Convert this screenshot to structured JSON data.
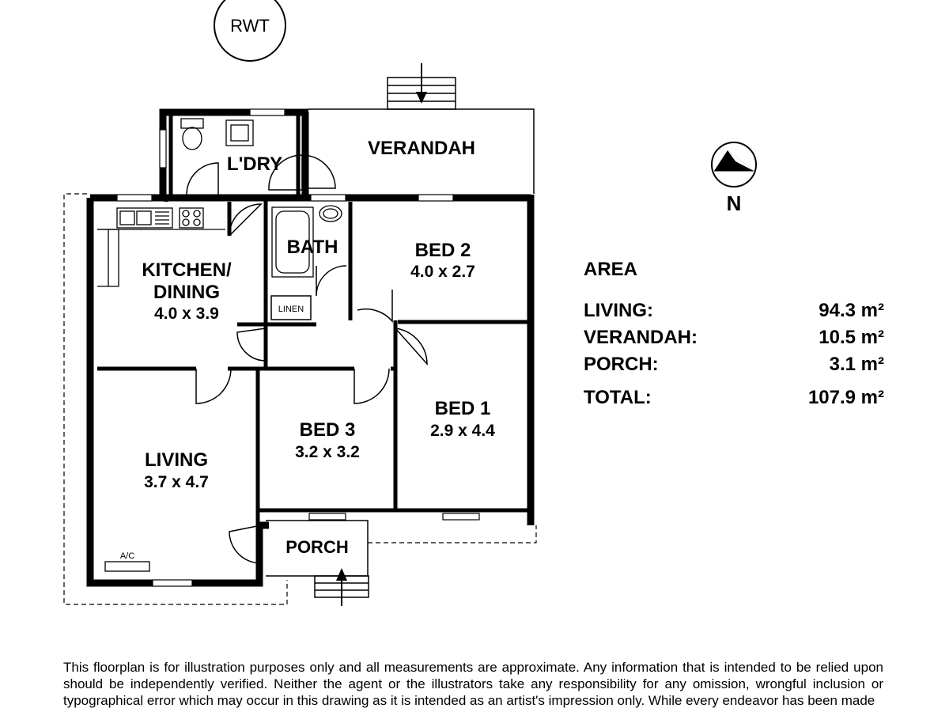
{
  "tank_label": "RWT",
  "north_label": "N",
  "rooms": {
    "laundry": {
      "name": "L'DRY"
    },
    "verandah": {
      "name": "VERANDAH"
    },
    "bath": {
      "name": "BATH"
    },
    "linen": {
      "name": "LINEN"
    },
    "kitchen": {
      "name_line1": "KITCHEN/",
      "name_line2": "DINING",
      "dims": "4.0 x 3.9"
    },
    "bed2": {
      "name": "BED 2",
      "dims": "4.0 x 2.7"
    },
    "bed3": {
      "name": "BED 3",
      "dims": "3.2 x 3.2"
    },
    "bed1": {
      "name": "BED 1",
      "dims": "2.9 x 4.4"
    },
    "living": {
      "name": "LIVING",
      "dims": "3.7 x 4.7"
    },
    "porch": {
      "name": "PORCH"
    },
    "ac": {
      "name": "A/C"
    }
  },
  "area": {
    "title": "AREA",
    "rows": [
      {
        "label": "LIVING:",
        "value": "94.3 m²"
      },
      {
        "label": "VERANDAH:",
        "value": "10.5 m²"
      },
      {
        "label": "PORCH:",
        "value": "3.1 m²"
      }
    ],
    "total": {
      "label": "TOTAL:",
      "value": "107.9 m²"
    }
  },
  "disclaimer": "This floorplan is for illustration purposes only and all measurements are approximate. Any information that is intended to be relied upon should be independently verified. Neither the agent or the illustrators take any responsibility for any omission, wrongful inclusion or typographical error which may occur in this drawing as it is intended as an artist's impression only. While every endeavor has been made"
}
